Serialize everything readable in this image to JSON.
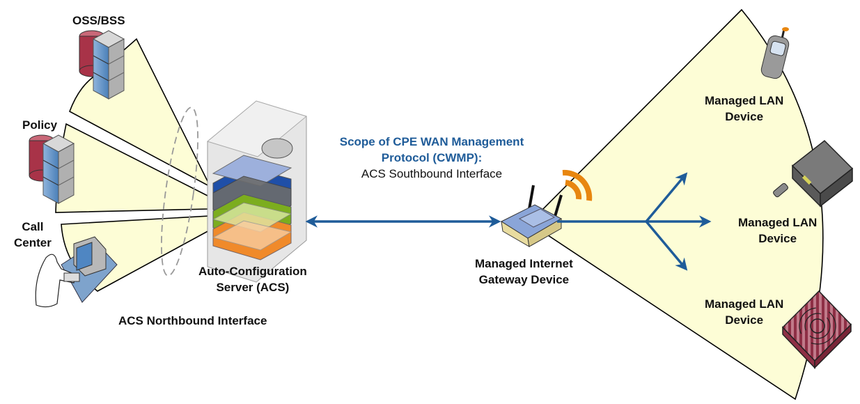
{
  "colors": {
    "wedge_fill": "#fdfdd6",
    "arrow_blue": "#1f5c99",
    "wifi_orange": "#e8860f",
    "db_red": "#b23a50",
    "server_gray": "#c8c8c8"
  },
  "nodes": {
    "oss_bss": {
      "label": "OSS/BSS",
      "icon": "server-database-icon"
    },
    "policy": {
      "label": "Policy",
      "icon": "server-database-icon"
    },
    "call_center": {
      "label_line1": "Call",
      "label_line2": "Center",
      "icon": "operator-workstation-icon"
    },
    "acs": {
      "label_line1": "Auto-Configuration",
      "label_line2": "Server (ACS)",
      "icon": "acs-server-rack-icon"
    },
    "gateway": {
      "label_line1": "Managed Internet",
      "label_line2": "Gateway Device",
      "icon": "wireless-router-icon"
    },
    "lan_devices": [
      {
        "label_line1": "Managed LAN",
        "label_line2": "Device",
        "icon": "mobile-phone-icon"
      },
      {
        "label_line1": "Managed LAN",
        "label_line2": "Device",
        "icon": "set-top-box-icon"
      },
      {
        "label_line1": "Managed LAN",
        "label_line2": "Device",
        "icon": "storage-device-icon"
      }
    ]
  },
  "annotations": {
    "northbound": "ACS Northbound Interface",
    "cwmp_line1": "Scope of CPE WAN Management",
    "cwmp_line2": "Protocol (CWMP):",
    "southbound": "ACS Southbound Interface"
  }
}
